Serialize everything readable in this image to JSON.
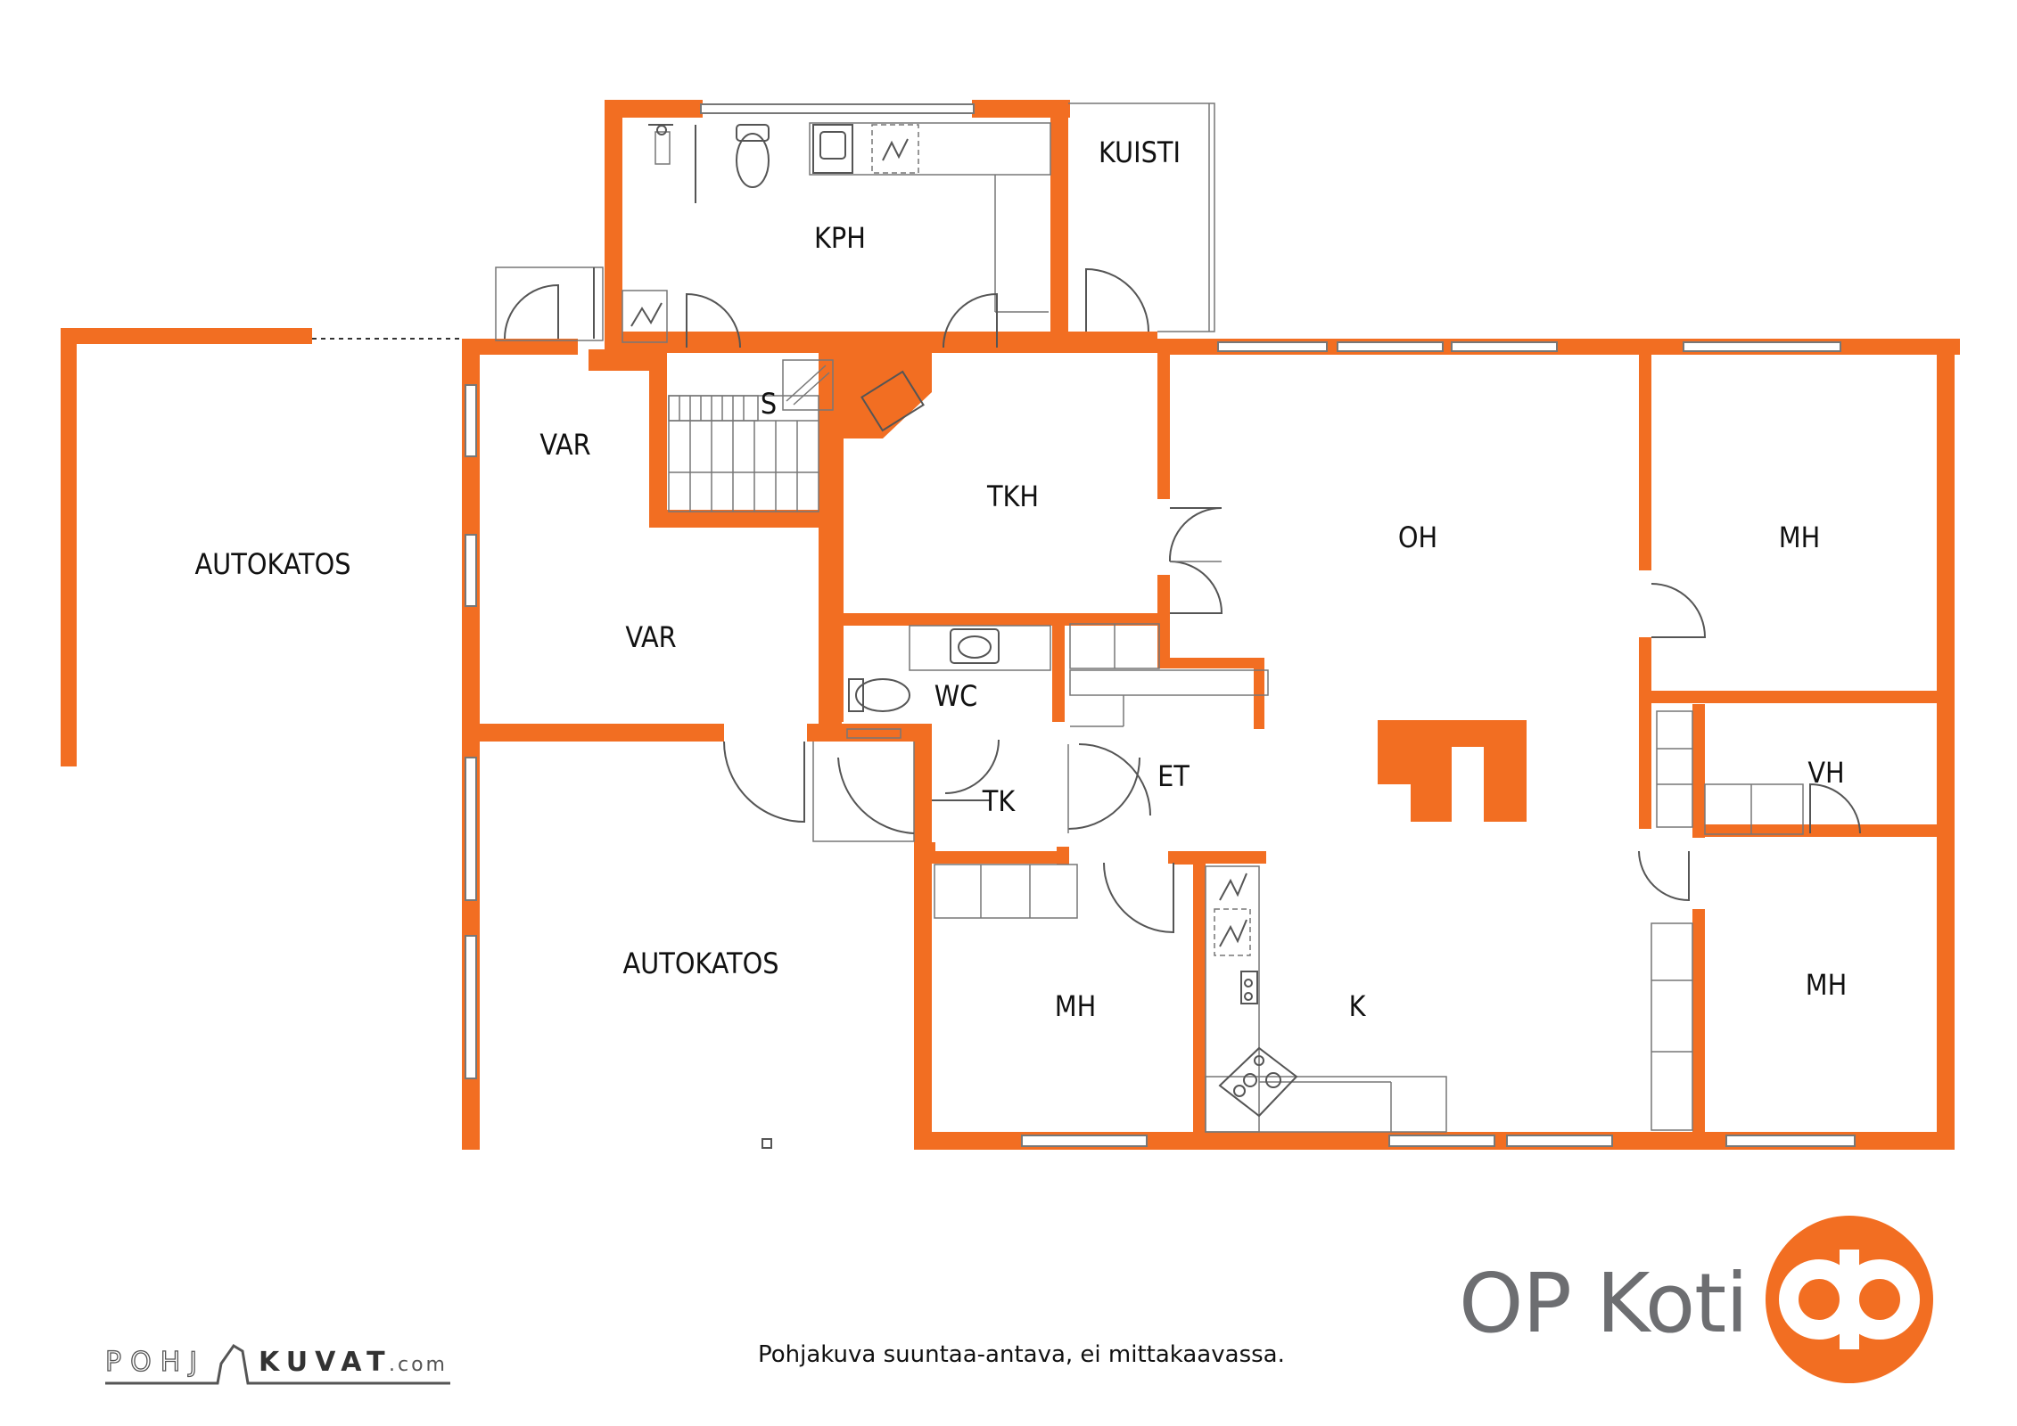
{
  "rooms": {
    "kuisti": "KUISTI",
    "kph": "KPH",
    "s": "S",
    "var_upper": "VAR",
    "var_lower": "VAR",
    "autokatos_left": "AUTOKATOS",
    "autokatos_lower": "AUTOKATOS",
    "tkh": "TKH",
    "oh": "OH",
    "mh_upper": "MH",
    "wc": "WC",
    "et": "ET",
    "tk": "TK",
    "vh": "VH",
    "mh_left": "MH",
    "k": "K",
    "mh_right": "MH"
  },
  "brand": {
    "name": "OP Koti",
    "color": "#f26e22",
    "text_color": "#6d6e71"
  },
  "credits": {
    "logo_text_left": "POHJ",
    "logo_text_right": "KUVAT",
    "logo_suffix": ".com"
  },
  "disclaimer": "Pohjakuva suuntaa-antava, ei mittakaavassa.",
  "colors": {
    "wall": "#f26e22",
    "line": "#555555"
  }
}
